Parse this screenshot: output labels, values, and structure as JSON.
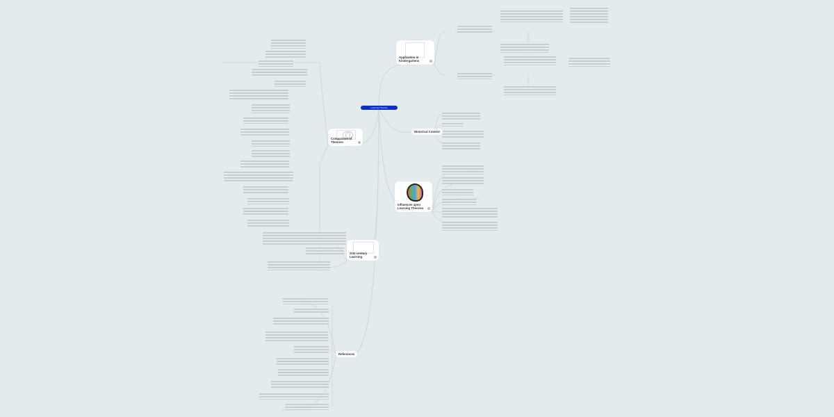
{
  "map": {
    "central_topic": "Learning Theories",
    "accent_color": "#0a2bd6",
    "branches": [
      {
        "label": "Application in Kindergartens",
        "icon": "image-icon"
      },
      {
        "label": "Historical Context"
      },
      {
        "label": "Influences upon Learning Theories",
        "icon": "people-speech-bubble-icon"
      },
      {
        "label": "Comparison of Theories",
        "icon": "venn-diagram-icon"
      },
      {
        "label": "21st century Learning",
        "icon": "image-icon"
      },
      {
        "label": "References"
      }
    ]
  }
}
